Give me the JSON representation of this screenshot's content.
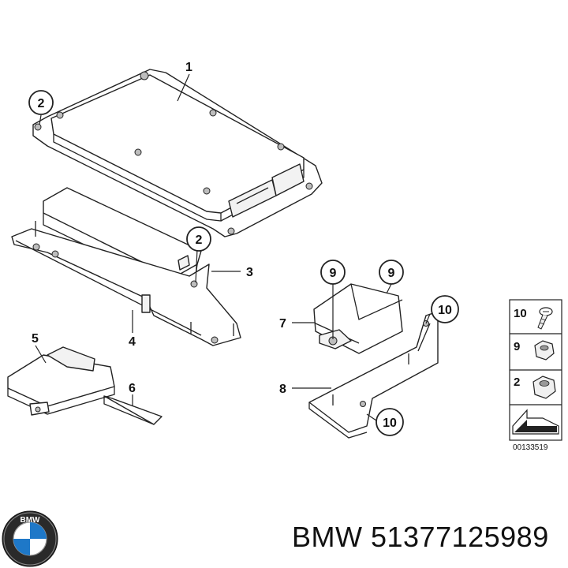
{
  "diagram": {
    "callouts": [
      {
        "id": "c1",
        "label": "1"
      },
      {
        "id": "c2a",
        "label": "2"
      },
      {
        "id": "c2b",
        "label": "2"
      },
      {
        "id": "c3",
        "label": "3"
      },
      {
        "id": "c4",
        "label": "4"
      },
      {
        "id": "c5",
        "label": "5"
      },
      {
        "id": "c6",
        "label": "6"
      },
      {
        "id": "c7",
        "label": "7"
      },
      {
        "id": "c8",
        "label": "8"
      },
      {
        "id": "c9a",
        "label": "9"
      },
      {
        "id": "c9b",
        "label": "9"
      },
      {
        "id": "c10a",
        "label": "10"
      },
      {
        "id": "c10b",
        "label": "10"
      }
    ],
    "legend": [
      {
        "label": "10",
        "icon": "screw-icon"
      },
      {
        "label": "9",
        "icon": "hex-nut-icon"
      },
      {
        "label": "2",
        "icon": "hex-nut-icon"
      },
      {
        "label": "",
        "icon": "arrow-icon"
      }
    ],
    "reference_code": "00133519"
  },
  "caption": {
    "brand": "BMW",
    "part_number": "51377125989",
    "text": "BMW 51377125989"
  },
  "logo": {
    "icon": "bmw-logo-icon",
    "text": "BMW"
  }
}
